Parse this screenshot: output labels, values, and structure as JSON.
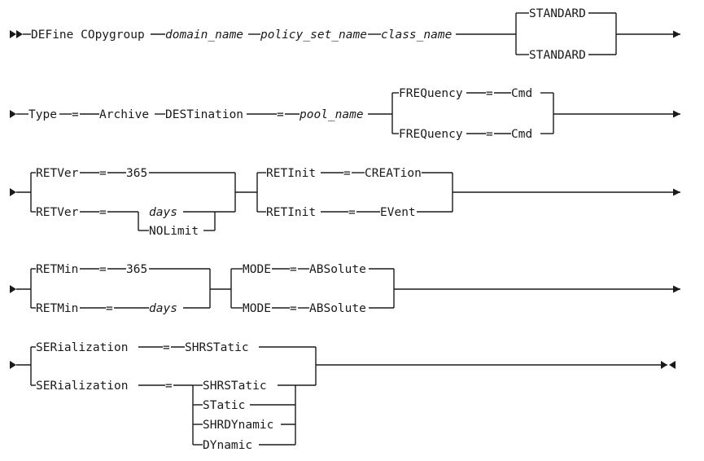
{
  "row1": {
    "cmd": "DEFine COpygroup",
    "domain_name": "domain_name",
    "policy_set_name": "policy_set_name",
    "class_name": "class_name",
    "std_top": "STANDARD",
    "std_bottom": "STANDARD"
  },
  "row2": {
    "type_kw": "Type",
    "type_eq": "=",
    "type_val": "Archive",
    "dest_kw": "DESTination",
    "dest_eq": "=",
    "pool_name": "pool_name",
    "freq_top_kw": "FREQuency",
    "freq_top_eq": "=",
    "freq_top_val": "Cmd",
    "freq_bot_kw": "FREQuency",
    "freq_bot_eq": "=",
    "freq_bot_val": "Cmd"
  },
  "row3": {
    "retver_top_kw": "RETVer",
    "retver_top_eq": "=",
    "retver_top_val": "365",
    "retver_bot_kw": "RETVer",
    "retver_bot_eq": "=",
    "retver_days": "days",
    "retver_nolimit": "NOLimit",
    "retinit_top_kw": "RETInit",
    "retinit_top_eq": "=",
    "retinit_top_val": "CREATion",
    "retinit_bot_kw": "RETInit",
    "retinit_bot_eq": "=",
    "retinit_bot_val": "EVent"
  },
  "row4": {
    "retmin_top_kw": "RETMin",
    "retmin_top_eq": "=",
    "retmin_top_val": "365",
    "retmin_bot_kw": "RETMin",
    "retmin_bot_eq": "=",
    "retmin_days": "days",
    "mode_top_kw": "MODE",
    "mode_top_eq": "=",
    "mode_top_val": "ABSolute",
    "mode_bot_kw": "MODE",
    "mode_bot_eq": "=",
    "mode_bot_val": "ABSolute"
  },
  "row5": {
    "ser_top_kw": "SERialization",
    "ser_top_eq": "=",
    "ser_top_val": "SHRSTatic",
    "ser_bot_kw": "SERialization",
    "ser_bot_eq": "=",
    "opt_shrstatic": "SHRSTatic",
    "opt_static": "STatic",
    "opt_shrdynamic": "SHRDYnamic",
    "opt_dynamic": "DYnamic"
  }
}
